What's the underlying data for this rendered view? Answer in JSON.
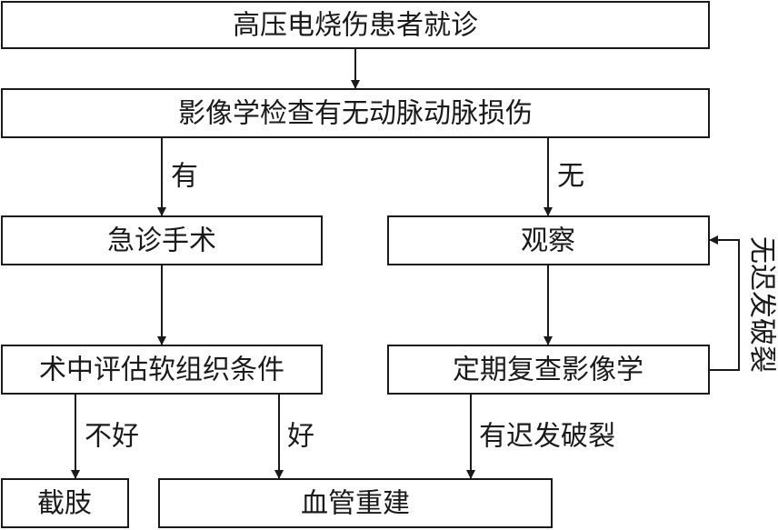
{
  "nodes": {
    "visit": "高压电烧伤患者就诊",
    "imaging": "影像学检查有无动脉动脉损伤",
    "emergency_surgery": "急诊手术",
    "observe": "观察",
    "assess": "术中评估软组织条件",
    "followup": "定期复查影像学",
    "amputation": "截肢",
    "reconstruction": "血管重建"
  },
  "edge_labels": {
    "yes": "有",
    "no": "无",
    "bad": "不好",
    "good": "好",
    "delayed_rupture": "有迟发破裂",
    "no_delayed_rupture": "无迟发破裂"
  }
}
